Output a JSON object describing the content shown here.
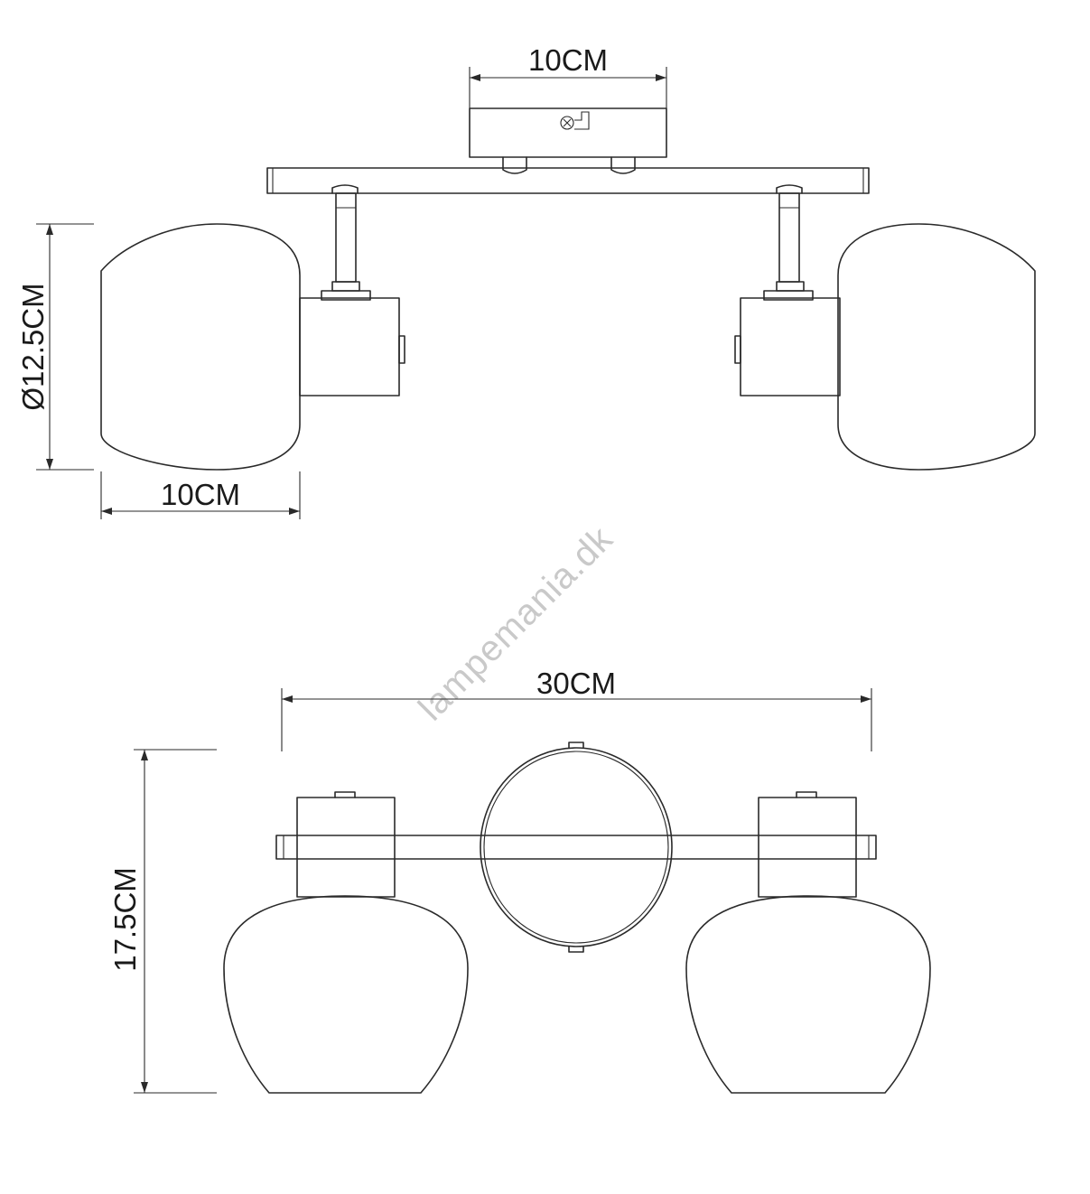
{
  "watermark": "lampemania.dk",
  "top_view": {
    "dims": {
      "canopy_width": "10CM",
      "shade_diameter": "Ø12.5CM",
      "shade_depth": "10CM"
    }
  },
  "front_view": {
    "dims": {
      "total_width": "30CM",
      "total_height": "17.5CM"
    }
  }
}
